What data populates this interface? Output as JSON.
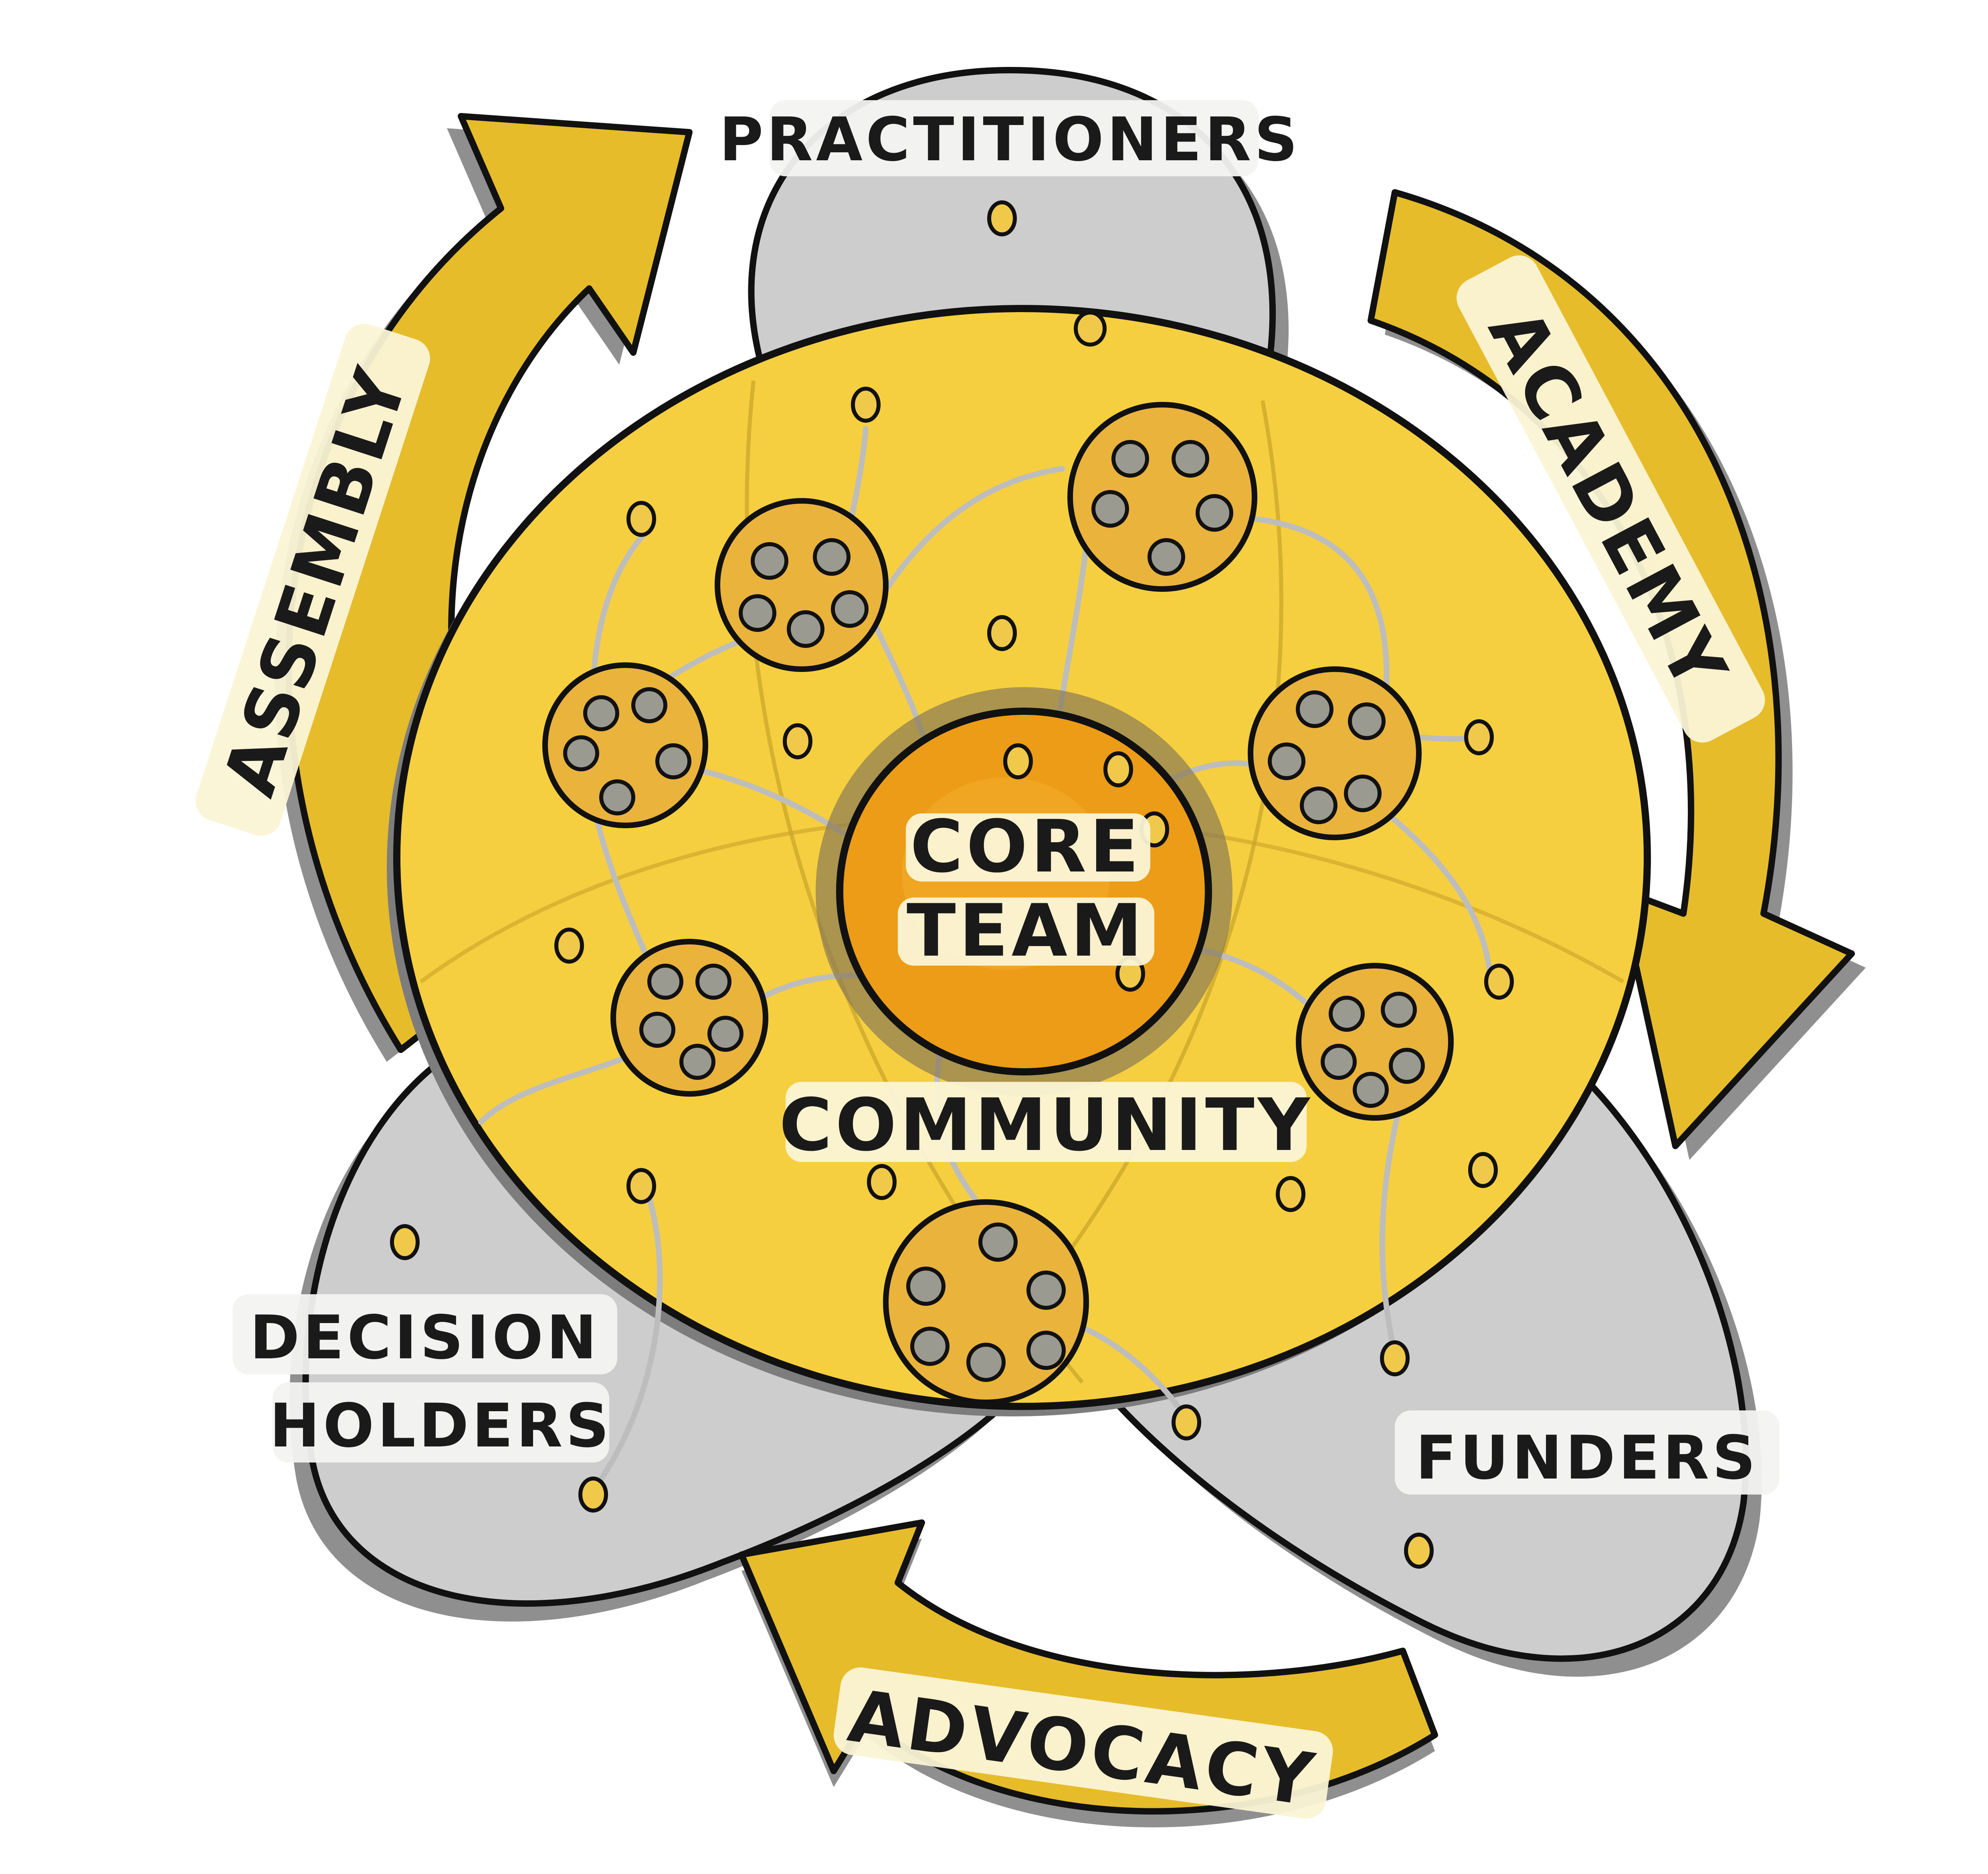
{
  "labels": {
    "practitioners": "PRACTITIONERS",
    "academy": "ACADEMY",
    "assembly": "ASSEMBLY",
    "advocacy": "ADVOCACY",
    "funders": "FUNDERS",
    "decision_holders_line1": "DECISION",
    "decision_holders_line2": "HOLDERS",
    "core_team_line1": "CORE",
    "core_team_line2": "TEAM",
    "community": "COMMUNITY"
  },
  "colors": {
    "petal": "#cdcdcd",
    "petal_shadow": "#8f8f8f",
    "community": "#f5cf3f",
    "core": "#ec9c17",
    "cluster": "#eab33c",
    "arrow": "#e6bc2b",
    "outline": "#111111",
    "dot": "#9a9a90"
  },
  "icons": {
    "cluster": "member-cluster-icon",
    "dot": "member-dot-icon",
    "connector": "connection-line"
  }
}
